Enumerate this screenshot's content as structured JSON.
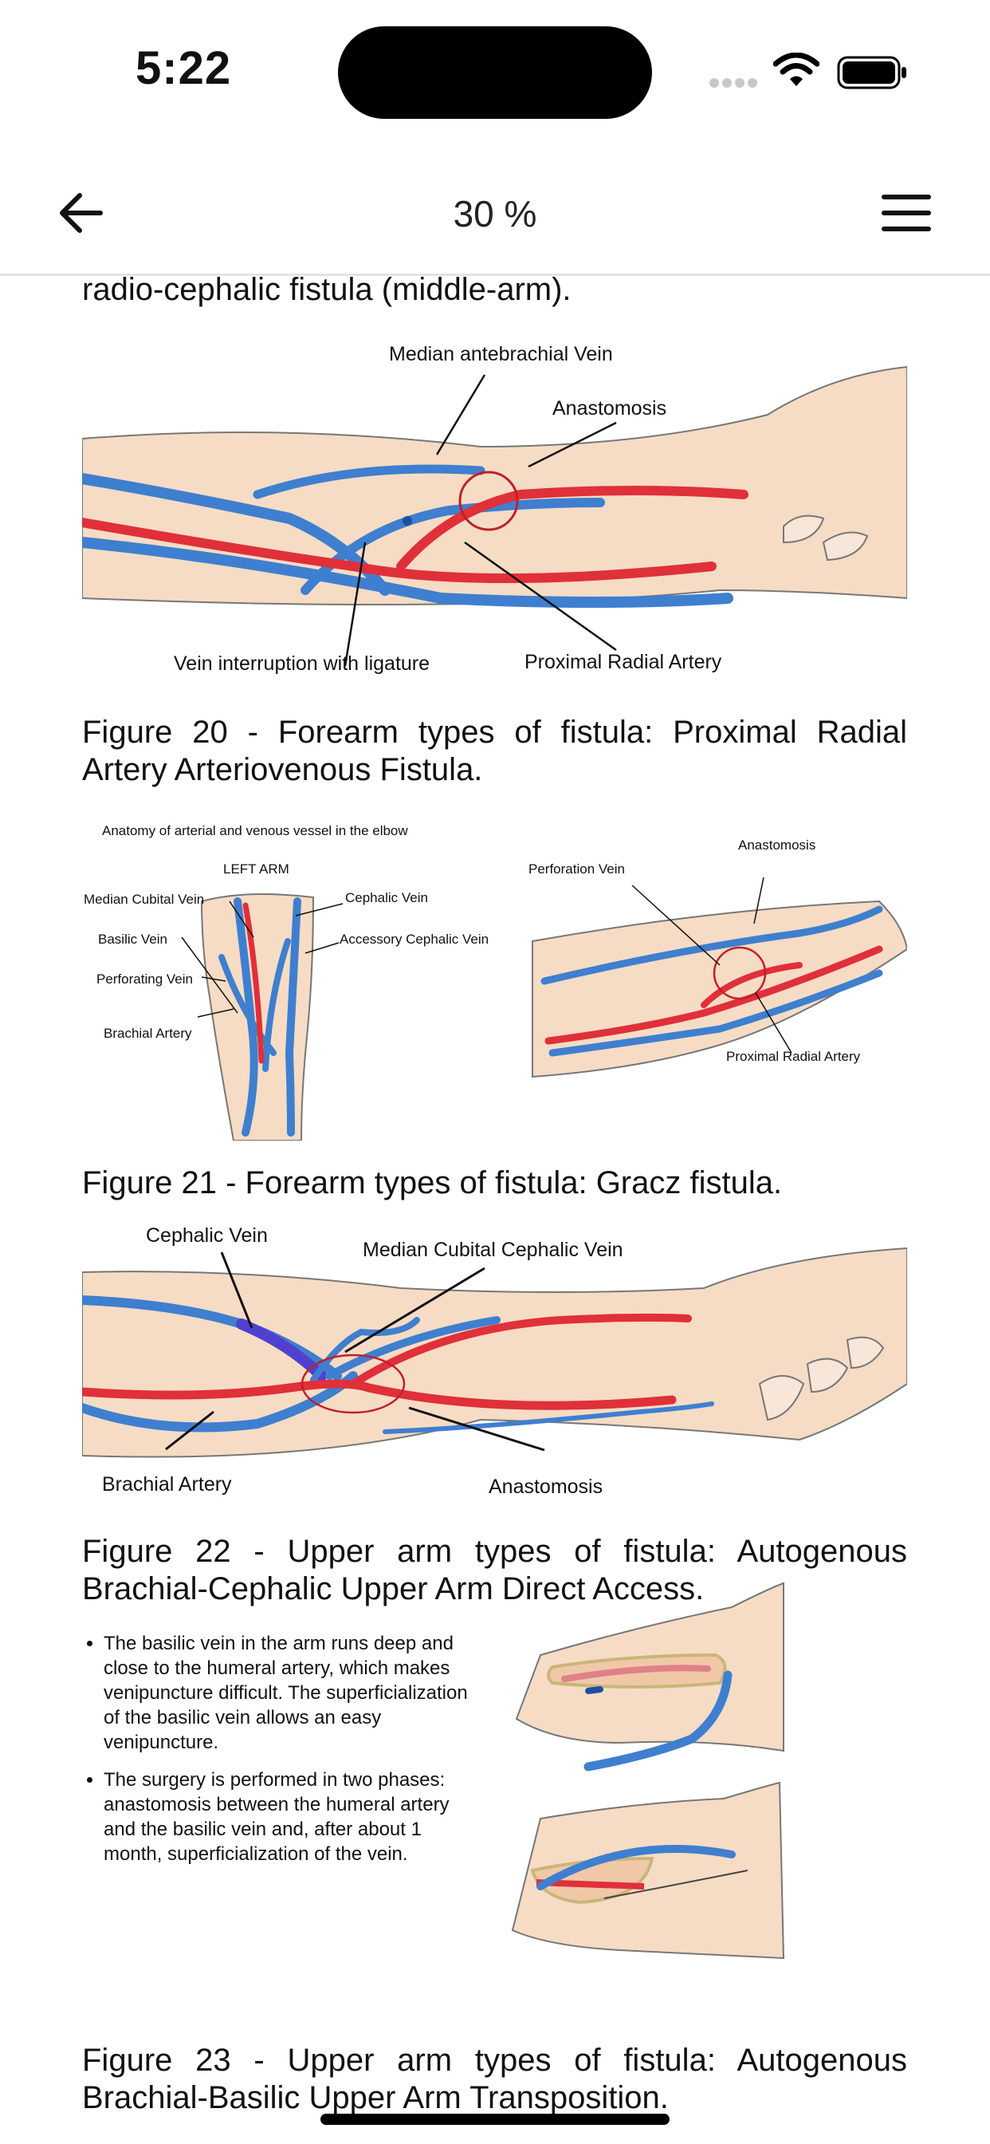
{
  "status_bar": {
    "time": "5:22"
  },
  "nav": {
    "progress": "30 %"
  },
  "content": {
    "top_text": "radio-cephalic fistula (middle-arm).",
    "fig20": {
      "labels": {
        "median": "Median antebrachial Vein",
        "anastomosis": "Anastomosis",
        "interruption": "Vein interruption with ligature",
        "radial": "Proximal Radial Artery"
      },
      "caption": "Figure 20 - Forearm types of fistula: Proximal Radial Artery Arteriovenous Fistula."
    },
    "fig21": {
      "labels": {
        "title": "Anatomy of arterial and venous vessel in the elbow",
        "left_arm": "LEFT ARM",
        "median_cubital": "Median Cubital Vein",
        "basilic": "Basilic Vein",
        "perforating": "Perforating Vein",
        "brachial": "Brachial Artery",
        "cephalic": "Cephalic Vein",
        "accessory": "Accessory Cephalic Vein",
        "perforation": "Perforation Vein",
        "anastomosis": "Anastomosis",
        "radial": "Proximal Radial Artery"
      },
      "caption": "Figure 21 - Forearm types of fistula: Gracz fistula."
    },
    "fig22": {
      "labels": {
        "cephalic": "Cephalic Vein",
        "median_cubital": "Median Cubital Cephalic Vein",
        "brachial": "Brachial Artery",
        "anastomosis": "Anastomosis"
      },
      "caption": "Figure 22 - Upper arm types of fistula: Autogenous Brachial-Cephalic Upper Arm Direct Access."
    },
    "fig23": {
      "bullets": [
        "The basilic vein in the arm runs deep and close to the humeral artery, which makes venipuncture difficult. The superficialization of the basilic vein allows an easy venipuncture.",
        "The surgery is performed in two phases: anastomosis between the humeral artery and the basilic vein and, after about 1 month, superficialization of the vein."
      ],
      "caption": "Figure 23 - Upper arm types of fistula: Autogenous Brachial-Basilic Upper Arm Transposition."
    }
  },
  "colors": {
    "vein": "#3f7fcf",
    "artery": "#e0303a",
    "skin": "#f6dcc4"
  }
}
